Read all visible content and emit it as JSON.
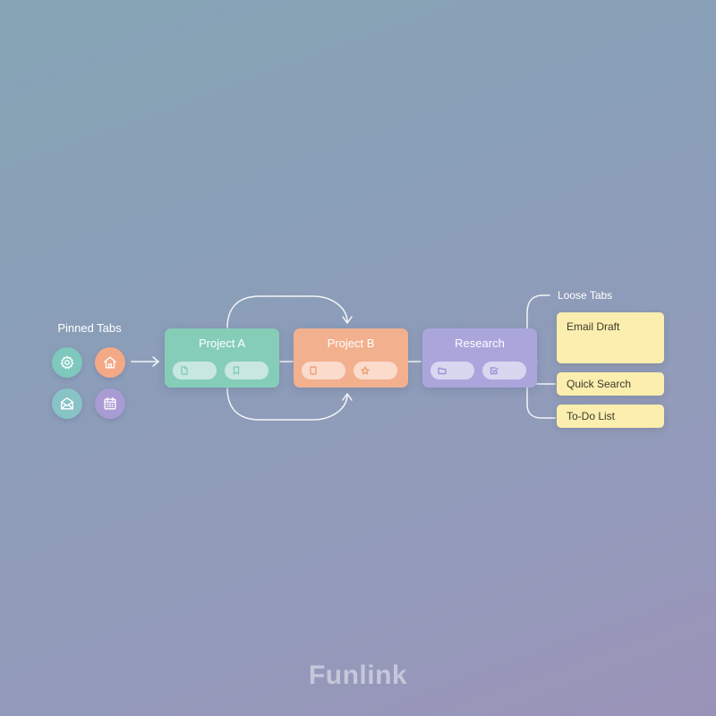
{
  "pinned": {
    "label": "Pinned Tabs",
    "tabs": [
      {
        "icon": "gear-icon",
        "color": "#7ec8be"
      },
      {
        "icon": "home-icon",
        "color": "#f4a986"
      },
      {
        "icon": "envelope-icon",
        "color": "#88c3c6"
      },
      {
        "icon": "calendar-icon",
        "color": "#a99bd3"
      }
    ]
  },
  "groups": [
    {
      "title": "Project A",
      "color": "#86cdb8",
      "chip_icon_color": "#86cdb8"
    },
    {
      "title": "Project B",
      "color": "#f3b08e",
      "chip_icon_color": "#f0a074"
    },
    {
      "title": "Research",
      "color": "#aaa6dc",
      "chip_icon_color": "#9b95d6"
    }
  ],
  "loose": {
    "label": "Loose Tabs",
    "tabs": [
      "Email Draft",
      "Quick Search",
      "To-Do List"
    ],
    "color": "#fbeeae"
  },
  "logo": "Funlink"
}
